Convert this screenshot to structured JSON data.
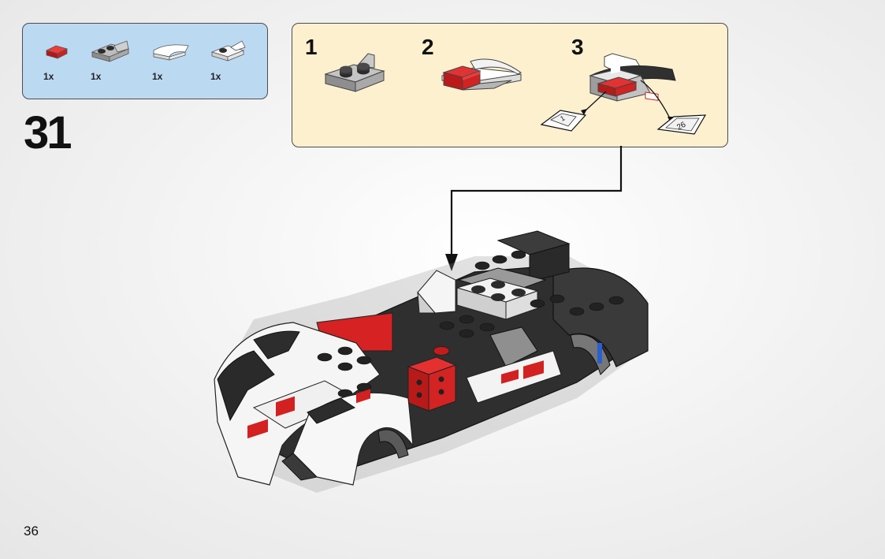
{
  "step": {
    "number": "31",
    "parts": [
      {
        "icon": "red-tile-1x1-icon",
        "qty": "1x"
      },
      {
        "icon": "gray-plate-1x2-bracket-icon",
        "qty": "1x"
      },
      {
        "icon": "white-curved-slope-icon",
        "qty": "1x"
      },
      {
        "icon": "white-bracket-1x1-icon",
        "qty": "1x"
      }
    ],
    "substeps": [
      {
        "label": "1"
      },
      {
        "label": "2"
      },
      {
        "label": "3",
        "stickers": [
          "1",
          "26"
        ]
      }
    ]
  },
  "page": {
    "number": "36"
  },
  "colors": {
    "parts_box": "#bcd9f2",
    "substep_box": "#fdf0cf",
    "brick_red": "#d61e1e",
    "brick_black": "#2e2e2e",
    "brick_gray": "#9b9b9b",
    "brick_white": "#f5f5f5"
  }
}
